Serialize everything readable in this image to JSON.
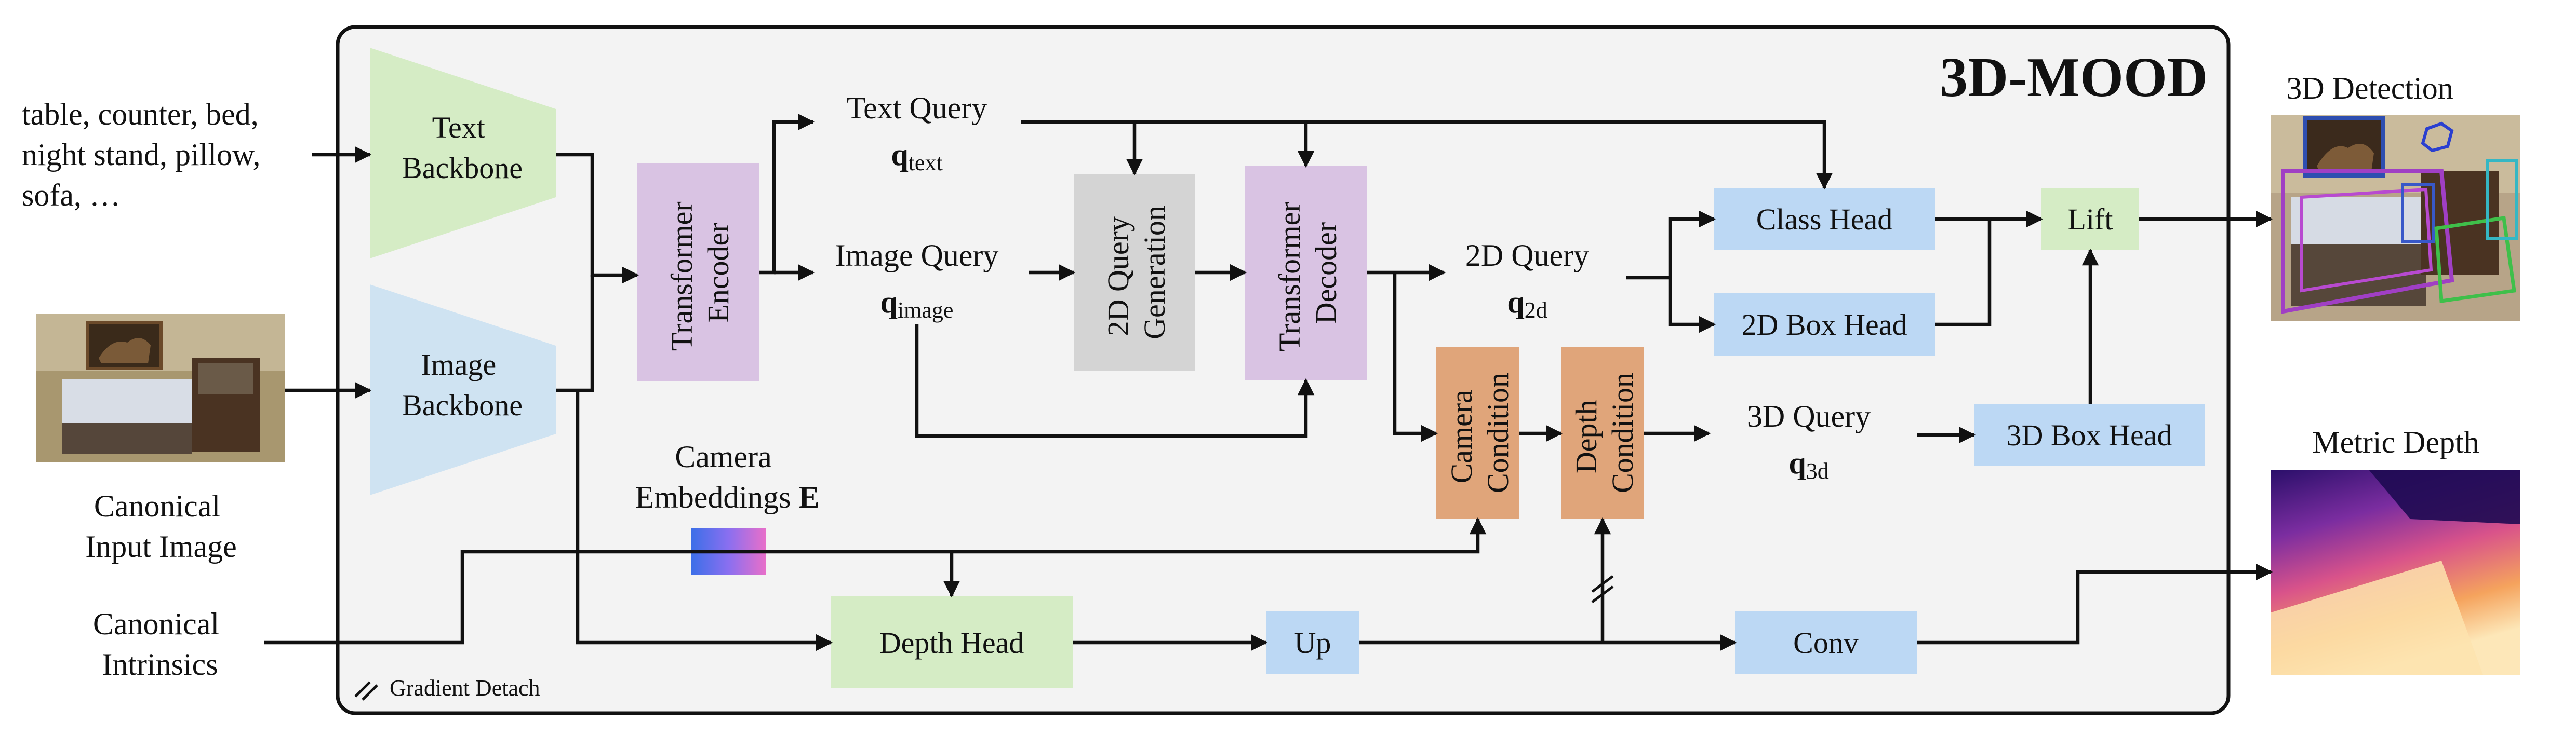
{
  "title": "3D-MOOD",
  "inputs": {
    "text_prompt_lines": [
      "table, counter, bed,",
      "night stand, pillow,",
      "sofa, …"
    ],
    "image_caption_lines": [
      "Canonical",
      "Input Image"
    ],
    "intrinsics_lines": [
      "Canonical",
      "Intrinsics"
    ]
  },
  "backbones": {
    "text": [
      "Text",
      "Backbone"
    ],
    "image": [
      "Image",
      "Backbone"
    ]
  },
  "camera_embeddings": {
    "label_line1": "Camera",
    "label_line2": "Embeddings ",
    "symbol": "E"
  },
  "queries": {
    "text": {
      "label": "Text Query",
      "symbol": "q",
      "subscript": "text"
    },
    "image": {
      "label": "Image Query",
      "symbol": "q",
      "subscript": "image"
    },
    "q2d": {
      "label": "2D Query",
      "symbol": "q",
      "subscript": "2d"
    },
    "q3d": {
      "label": "3D Query",
      "symbol": "q",
      "subscript": "3d"
    }
  },
  "modules": {
    "transformer_encoder": [
      "Transformer",
      "Encoder"
    ],
    "query_generation": [
      "2D Query",
      "Generation"
    ],
    "transformer_decoder": [
      "Transformer",
      "Decoder"
    ],
    "camera_condition": [
      "Camera",
      "Condition"
    ],
    "depth_condition": [
      "Depth",
      "Condition"
    ],
    "class_head": "Class Head",
    "box2d_head": "2D Box Head",
    "box3d_head": "3D Box Head",
    "lift": "Lift",
    "depth_head": "Depth Head",
    "up": "Up",
    "conv": "Conv"
  },
  "outputs": {
    "detection": "3D Detection",
    "depth": "Metric Depth"
  },
  "legend": {
    "gradient_detach": "Gradient Detach"
  },
  "colors": {
    "green": "#d5ecc5",
    "green_light": "#e4f2d6",
    "blue_backbone": "#cfe3f2",
    "purple": "#d9c3e3",
    "gray": "#d4d4d4",
    "orange": "#e0a57a",
    "blue_head": "#bcd8f4",
    "frame": "#f3f3f3"
  }
}
